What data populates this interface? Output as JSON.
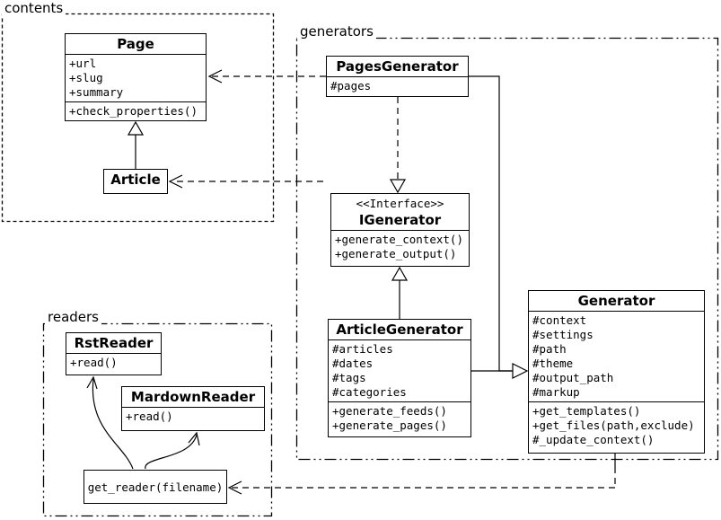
{
  "packages": {
    "contents": {
      "label": "contents"
    },
    "generators": {
      "label": "generators"
    },
    "readers": {
      "label": "readers"
    }
  },
  "classes": {
    "page": {
      "title": "Page",
      "attributes": [
        "+url",
        "+slug",
        "+summary"
      ],
      "methods": [
        "+check_properties()"
      ]
    },
    "article": {
      "title": "Article"
    },
    "pages_generator": {
      "title": "PagesGenerator",
      "attributes": [
        "#pages"
      ]
    },
    "igenerator": {
      "stereotype": "<<Interface>>",
      "title": "IGenerator",
      "methods": [
        "+generate_context()",
        "+generate_output()"
      ]
    },
    "article_generator": {
      "title": "ArticleGenerator",
      "attributes": [
        "#articles",
        "#dates",
        "#tags",
        "#categories"
      ],
      "methods": [
        "+generate_feeds()",
        "+generate_pages()"
      ]
    },
    "generator": {
      "title": "Generator",
      "attributes": [
        "#context",
        "#settings",
        "#path",
        "#theme",
        "#output_path",
        "#markup"
      ],
      "methods": [
        "+get_templates()",
        "+get_files(path,exclude)",
        "#_update_context()"
      ]
    },
    "rst_reader": {
      "title": "RstReader",
      "methods": [
        "+read()"
      ]
    },
    "markdown_reader": {
      "title": "MardownReader",
      "methods": [
        "+read()"
      ]
    },
    "get_reader": {
      "title": "get_reader(filename)"
    }
  },
  "colors": {
    "stroke": "#000000",
    "background": "#ffffff"
  }
}
